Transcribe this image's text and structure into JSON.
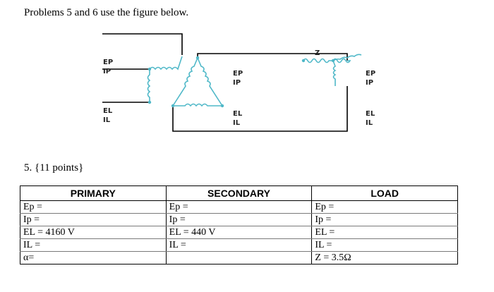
{
  "intro": "Problems 5 and 6 use the figure below.",
  "problem": "5.  {11 points}",
  "figure": {
    "primary_labels": [
      "EP",
      "IP",
      "EL",
      "IL"
    ],
    "secondary_labels": [
      "EP",
      "IP",
      "EL",
      "IL"
    ],
    "load_labels": [
      "Z",
      "EP",
      "IP",
      "EL",
      "IL"
    ]
  },
  "table": {
    "headers": [
      "PRIMARY",
      "SECONDARY",
      "LOAD"
    ],
    "rows": [
      [
        "Ep =",
        "Ep =",
        "Ep ="
      ],
      [
        "Ip =",
        "Ip =",
        "Ip ="
      ],
      [
        "EL = 4160 V",
        "EL = 440 V",
        "EL ="
      ],
      [
        "IL =",
        "IL =",
        "IL ="
      ],
      [
        "α=",
        "",
        "Z = 3.5Ω"
      ]
    ]
  },
  "colors": {
    "coil": "#4fb8c8",
    "wire": "#000000"
  }
}
